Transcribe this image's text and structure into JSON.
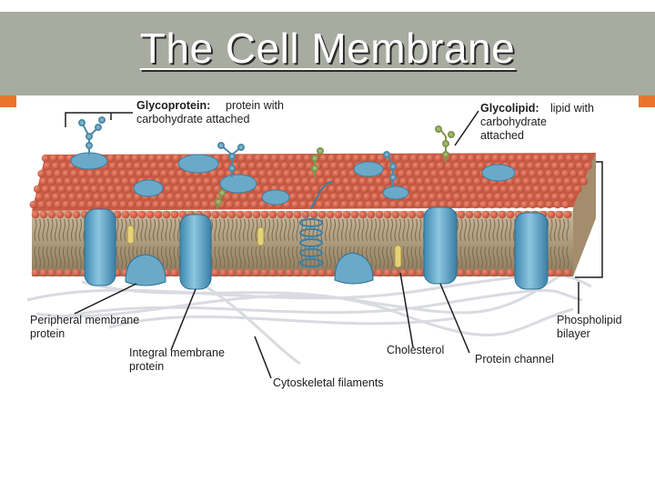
{
  "slide": {
    "title": "The Cell Membrane"
  },
  "labels": {
    "glycoprotein_term": "Glycoprotein:",
    "glycoprotein_desc_1": "protein with",
    "glycoprotein_desc_2": "carbohydrate attached",
    "glycolipid_term": "Glycolipid:",
    "glycolipid_desc_1": "lipid with",
    "glycolipid_desc_2": "carbohydrate",
    "glycolipid_desc_3": "attached",
    "peripheral_1": "Peripheral membrane",
    "peripheral_2": "protein",
    "integral_1": "Integral membrane",
    "integral_2": "protein",
    "cholesterol": "Cholesterol",
    "protein_channel": "Protein channel",
    "phospholipid_1": "Phospholipid",
    "phospholipid_2": "bilayer",
    "cytoskeletal": "Cytoskeletal filaments"
  },
  "colors": {
    "title_bar": "#a7aba0",
    "accent": "#e8752a",
    "lipid_head": "#d0654f",
    "protein": "#6aaac8",
    "carbohydrate": "#7fb3c9",
    "glycolipid_sugar": "#a6b870",
    "cholesterol": "#e6d27a"
  }
}
